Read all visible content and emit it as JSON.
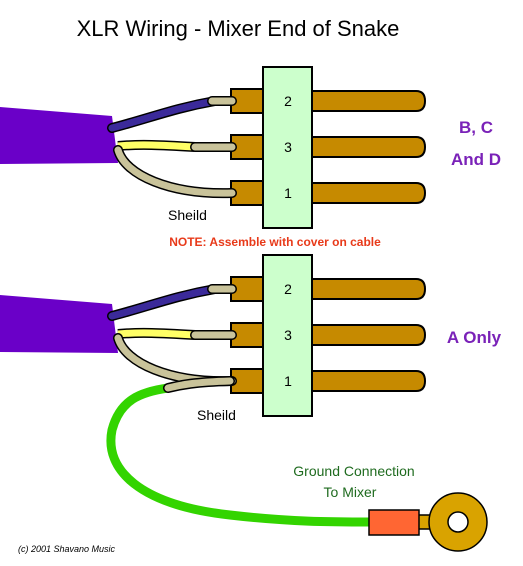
{
  "title": "XLR Wiring - Mixer End of Snake",
  "note": "NOTE: Assemble with cover on cable",
  "top_connector": {
    "pins": [
      "2",
      "3",
      "1"
    ],
    "shield_label": "Sheild",
    "applies_to_line1": "B, C",
    "applies_to_line2": "And D"
  },
  "bottom_connector": {
    "pins": [
      "2",
      "3",
      "1"
    ],
    "shield_label": "Sheild",
    "applies_to": "A Only"
  },
  "ground": {
    "label_line1": "Ground Connection",
    "label_line2": "To Mixer"
  },
  "copyright": "(c) 2001 Shavano Music",
  "colors": {
    "cable_jacket": "#6a00c8",
    "hot_wire": "#3b2a9a",
    "cold_wire": "#ffff66",
    "shield_wire": "#c9c39a",
    "pin": "#c68a00",
    "pin_block": "#ccffcc",
    "label_purple": "#7a22b8",
    "note_red": "#e83a1a",
    "ground_wire": "#33d400",
    "ring_lug": "#d9a300",
    "lug_sleeve": "#ff6633",
    "ground_label": "#1f6b1f"
  }
}
